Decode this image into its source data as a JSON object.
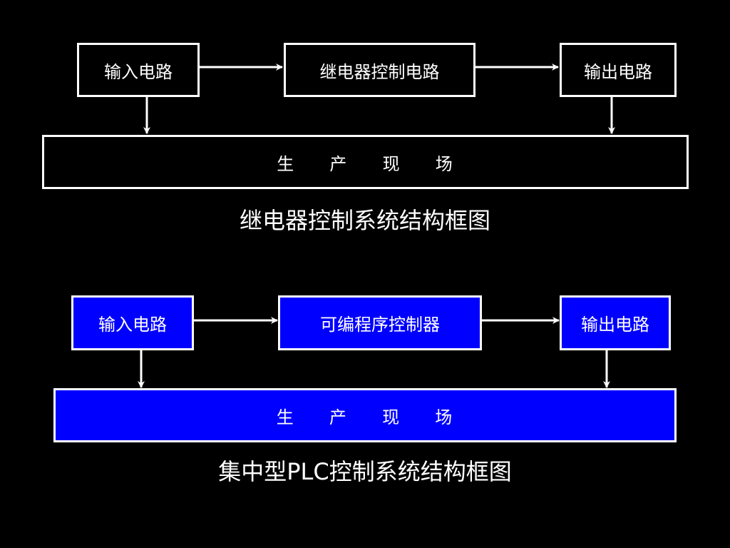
{
  "relay_diagram": {
    "input_label": "输入电路",
    "control_label": "继电器控制电路",
    "output_label": "输出电路",
    "field_label": "生     产     现     场",
    "caption": "继电器控制系统结构框图"
  },
  "plc_diagram": {
    "input_label": "输入电路",
    "control_label": "可编程序控制器",
    "output_label": "输出电路",
    "field_label": "生     产     现     场",
    "caption": "集中型PLC控制系统结构框图"
  },
  "colors": {
    "background": "#000000",
    "line": "#ffffff",
    "plc_fill": "#0000ff"
  }
}
